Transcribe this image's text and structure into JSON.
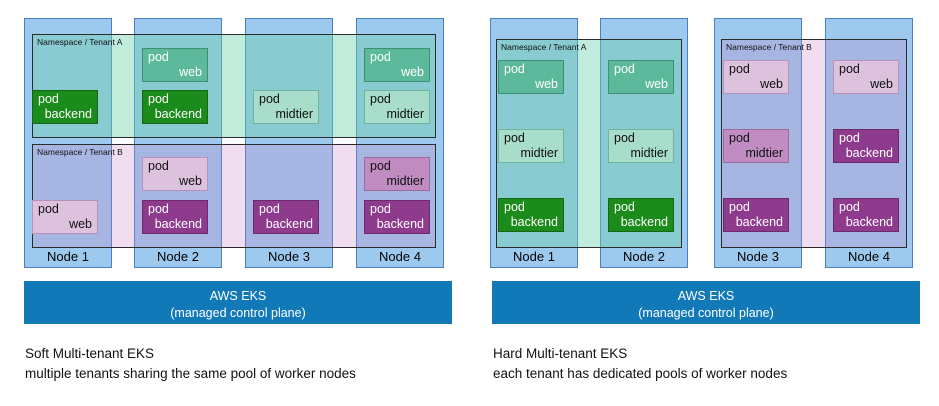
{
  "diagram": {
    "title_implicit": "AWS EKS multi-tenancy comparison",
    "namespace_label_a": "Namespace / Tenant A",
    "namespace_label_b": "Namespace / Tenant B",
    "pod_line1": "pod",
    "colors": {
      "node_fill": "#9dc9ee",
      "node_border": "#4a81c4",
      "tenant_a_tint": "rgba(108,208,170,0.42)",
      "tenant_b_tint": "rgba(196,122,196,0.26)",
      "green_web": "#5cb99b",
      "green_backend": "#1b8b1b",
      "green_midtier": "#a7ddca",
      "pink_web": "#ddc2de",
      "pink_backend": "#8e3b8e",
      "pink_midtier": "#c08cc1",
      "eks_bar": "#1179b8"
    }
  },
  "left": {
    "nodes": [
      {
        "label": "Node 1"
      },
      {
        "label": "Node 2"
      },
      {
        "label": "Node 3"
      },
      {
        "label": "Node 4"
      }
    ],
    "namespaces": [
      {
        "label": "Namespace / Tenant A"
      },
      {
        "label": "Namespace / Tenant B"
      }
    ],
    "pods": [
      {
        "tenant": "A",
        "node": 1,
        "line1": "pod",
        "line2": "backend",
        "style": "green-backend"
      },
      {
        "tenant": "A",
        "node": 2,
        "line1": "pod",
        "line2": "web",
        "style": "green-web"
      },
      {
        "tenant": "A",
        "node": 2,
        "line1": "pod",
        "line2": "backend",
        "style": "green-backend"
      },
      {
        "tenant": "A",
        "node": 3,
        "line1": "pod",
        "line2": "midtier",
        "style": "green-midtier"
      },
      {
        "tenant": "A",
        "node": 4,
        "line1": "pod",
        "line2": "web",
        "style": "green-web"
      },
      {
        "tenant": "A",
        "node": 4,
        "line1": "pod",
        "line2": "midtier",
        "style": "green-midtier"
      },
      {
        "tenant": "B",
        "node": 1,
        "line1": "pod",
        "line2": "web",
        "style": "pink-web"
      },
      {
        "tenant": "B",
        "node": 2,
        "line1": "pod",
        "line2": "web",
        "style": "pink-web"
      },
      {
        "tenant": "B",
        "node": 2,
        "line1": "pod",
        "line2": "backend",
        "style": "pink-backend"
      },
      {
        "tenant": "B",
        "node": 3,
        "line1": "pod",
        "line2": "backend",
        "style": "pink-backend"
      },
      {
        "tenant": "B",
        "node": 4,
        "line1": "pod",
        "line2": "midtier",
        "style": "pink-midtier"
      },
      {
        "tenant": "B",
        "node": 4,
        "line1": "pod",
        "line2": "backend",
        "style": "pink-backend"
      }
    ],
    "eks": {
      "line1": "AWS EKS",
      "line2": "(managed control plane)"
    },
    "caption": {
      "line1": "Soft Multi-tenant EKS",
      "line2": "multiple tenants sharing the same pool of worker nodes"
    }
  },
  "right": {
    "nodes": [
      {
        "label": "Node 1"
      },
      {
        "label": "Node 2"
      },
      {
        "label": "Node 3"
      },
      {
        "label": "Node 4"
      }
    ],
    "namespaces": [
      {
        "label": "Namespace / Tenant A"
      },
      {
        "label": "Namespace / Tenant B"
      }
    ],
    "pods": [
      {
        "tenant": "A",
        "node": 1,
        "line1": "pod",
        "line2": "web",
        "style": "green-web"
      },
      {
        "tenant": "A",
        "node": 1,
        "line1": "pod",
        "line2": "midtier",
        "style": "green-midtier"
      },
      {
        "tenant": "A",
        "node": 1,
        "line1": "pod",
        "line2": "backend",
        "style": "green-backend"
      },
      {
        "tenant": "A",
        "node": 2,
        "line1": "pod",
        "line2": "web",
        "style": "green-web"
      },
      {
        "tenant": "A",
        "node": 2,
        "line1": "pod",
        "line2": "midtier",
        "style": "green-midtier"
      },
      {
        "tenant": "A",
        "node": 2,
        "line1": "pod",
        "line2": "backend",
        "style": "green-backend"
      },
      {
        "tenant": "B",
        "node": 3,
        "line1": "pod",
        "line2": "web",
        "style": "pink-web"
      },
      {
        "tenant": "B",
        "node": 3,
        "line1": "pod",
        "line2": "midtier",
        "style": "pink-midtier"
      },
      {
        "tenant": "B",
        "node": 3,
        "line1": "pod",
        "line2": "backend",
        "style": "pink-backend"
      },
      {
        "tenant": "B",
        "node": 4,
        "line1": "pod",
        "line2": "web",
        "style": "pink-web"
      },
      {
        "tenant": "B",
        "node": 4,
        "line1": "pod",
        "line2": "backend",
        "style": "pink-backend"
      },
      {
        "tenant": "B",
        "node": 4,
        "line1": "pod",
        "line2": "backend",
        "style": "pink-backend"
      }
    ],
    "eks": {
      "line1": "AWS EKS",
      "line2": "(managed control plane)"
    },
    "caption": {
      "line1": "Hard Multi-tenant EKS",
      "line2": "each tenant has dedicated pools of worker nodes"
    }
  }
}
